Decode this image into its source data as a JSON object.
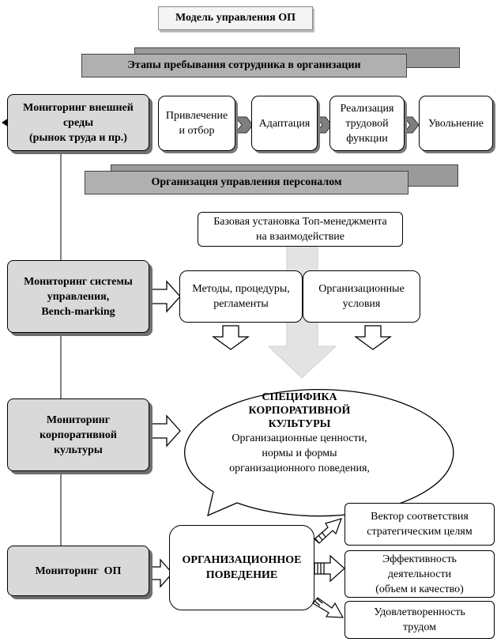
{
  "title": "Модель управления ОП",
  "banners": {
    "stages": "Этапы пребывания сотрудника в организации",
    "org": "Организация управления персоналом"
  },
  "monitoring": {
    "external": [
      "Мониторинг внешней",
      "среды",
      "(рынок труда и пр.)"
    ],
    "system": [
      "Мониторинг системы",
      "управления,",
      "Bench-marking"
    ],
    "culture": [
      "Мониторинг",
      "корпоративной",
      "культуры"
    ],
    "op": [
      "Мониторинг  ОП"
    ]
  },
  "stages": {
    "attract": [
      "Привлечение",
      "и отбор"
    ],
    "adapt": [
      "Адаптация"
    ],
    "realize": [
      "Реализация",
      "трудовой",
      "функции"
    ],
    "dismiss": [
      "Увольнение"
    ]
  },
  "top_management": [
    "Базовая установка Топ-менеджмента",
    "на взаимодействие"
  ],
  "methods": [
    "Методы, процедуры,",
    "регламенты"
  ],
  "org_conditions": [
    "Организационные",
    "условия"
  ],
  "culture_bubble": {
    "heading": [
      "СПЕЦИФИКА",
      "КОРПОРАТИВНОЙ",
      "КУЛЬТУРЫ"
    ],
    "body": [
      "Организационные ценности,",
      "нормы и формы",
      "организационного поведения,"
    ]
  },
  "org_behavior": [
    "ОРГАНИЗАЦИОННОЕ",
    "ПОВЕДЕНИЕ"
  ],
  "outcomes": {
    "vector": [
      "Вектор соответствия",
      "стратегическим целям"
    ],
    "efficiency": [
      "Эффективность",
      "деятельности",
      "(объем и качество)"
    ],
    "satisfaction": [
      "Удовлетворенность",
      "трудом"
    ]
  },
  "colors": {
    "monitor_fill": "#d9d9d9",
    "banner_fill": "#b0b0b0",
    "shadow": "#6e6e6e",
    "arrow_fill": "#e6e6e6"
  }
}
